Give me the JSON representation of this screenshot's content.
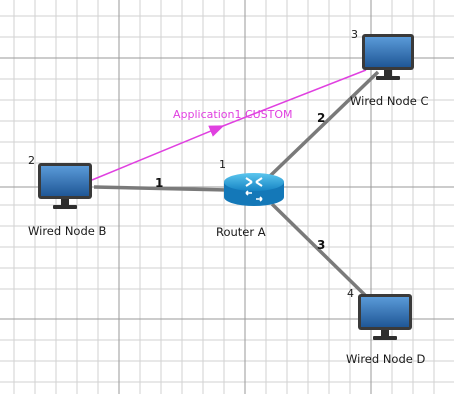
{
  "nodes": {
    "node_b": {
      "name": "Wired Node B",
      "id": "2",
      "icon": "monitor-icon"
    },
    "router_a": {
      "name": "Router A",
      "id": "1",
      "icon": "router-icon"
    },
    "node_c": {
      "name": "Wired Node C",
      "id": "3",
      "icon": "monitor-icon"
    },
    "node_d": {
      "name": "Wired Node D",
      "id": "4",
      "icon": "monitor-icon"
    }
  },
  "links": {
    "b_a": {
      "label": "1"
    },
    "a_c": {
      "label": "2"
    },
    "a_d": {
      "label": "3"
    }
  },
  "application": {
    "label": "Application1 CUSTOM",
    "color": "#e040e0"
  },
  "colors": {
    "link": "#7a7a7a",
    "grid": "#d2d2d2",
    "grid_strong": "#9a9a9a",
    "router": "#2aa0d8",
    "monitor_screen": "#2f6fb5"
  }
}
